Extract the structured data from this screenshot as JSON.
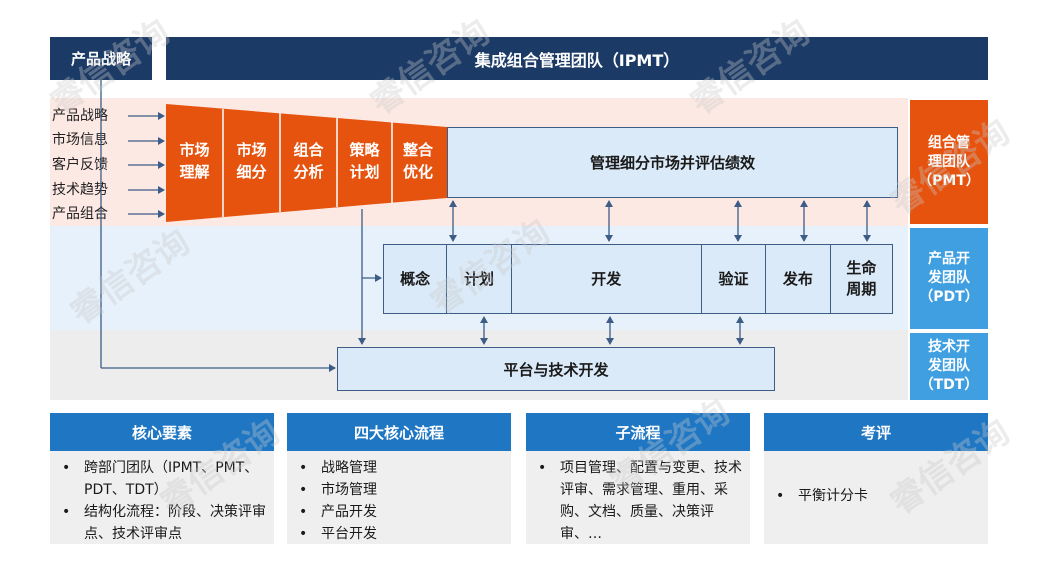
{
  "header": {
    "strategy_label": "产品战略",
    "ipmt_label": "集成组合管理团队（IPMT）"
  },
  "inputs": [
    "产品战略",
    "市场信息",
    "客户反馈",
    "技术趋势",
    "产品组合"
  ],
  "funnel_steps": [
    "市场\n理解",
    "市场\n细分",
    "组合\n分析",
    "策略\n计划",
    "整合\n优化"
  ],
  "manage_box": "管理细分市场并评估绩效",
  "pdt_phases": [
    "概念",
    "计划",
    "开发",
    "验证",
    "发布",
    "生命\n周期"
  ],
  "platform_box": "平台与技术开发",
  "side_labels": {
    "pmt": "组合管\n理团队\n（PMT）",
    "pdt": "产品开\n发团队\n（PDT）",
    "tdt": "技术开\n发团队\n（TDT）"
  },
  "bottom_boxes": [
    {
      "title": "核心要素",
      "items": [
        "跨部门团队（IPMT、PMT、PDT、TDT）",
        "结构化流程：阶段、决策评审点、技术评审点"
      ]
    },
    {
      "title": "四大核心流程",
      "items": [
        "战略管理",
        "市场管理",
        "产品开发",
        "平台开发"
      ]
    },
    {
      "title": "子流程",
      "items": [
        "项目管理、配置与变更、技术评审、需求管理、重用、采购、文档、质量、决策评审、…"
      ]
    },
    {
      "title": "考评",
      "items": [
        "平衡计分卡"
      ]
    }
  ],
  "watermark": "睿信咨询",
  "colors": {
    "navy": "#1b3a66",
    "orange": "#e6530f",
    "light_blue": "#dbeaf8",
    "side_blue": "#3f9fe0",
    "bottom_header": "#1f77c3"
  }
}
